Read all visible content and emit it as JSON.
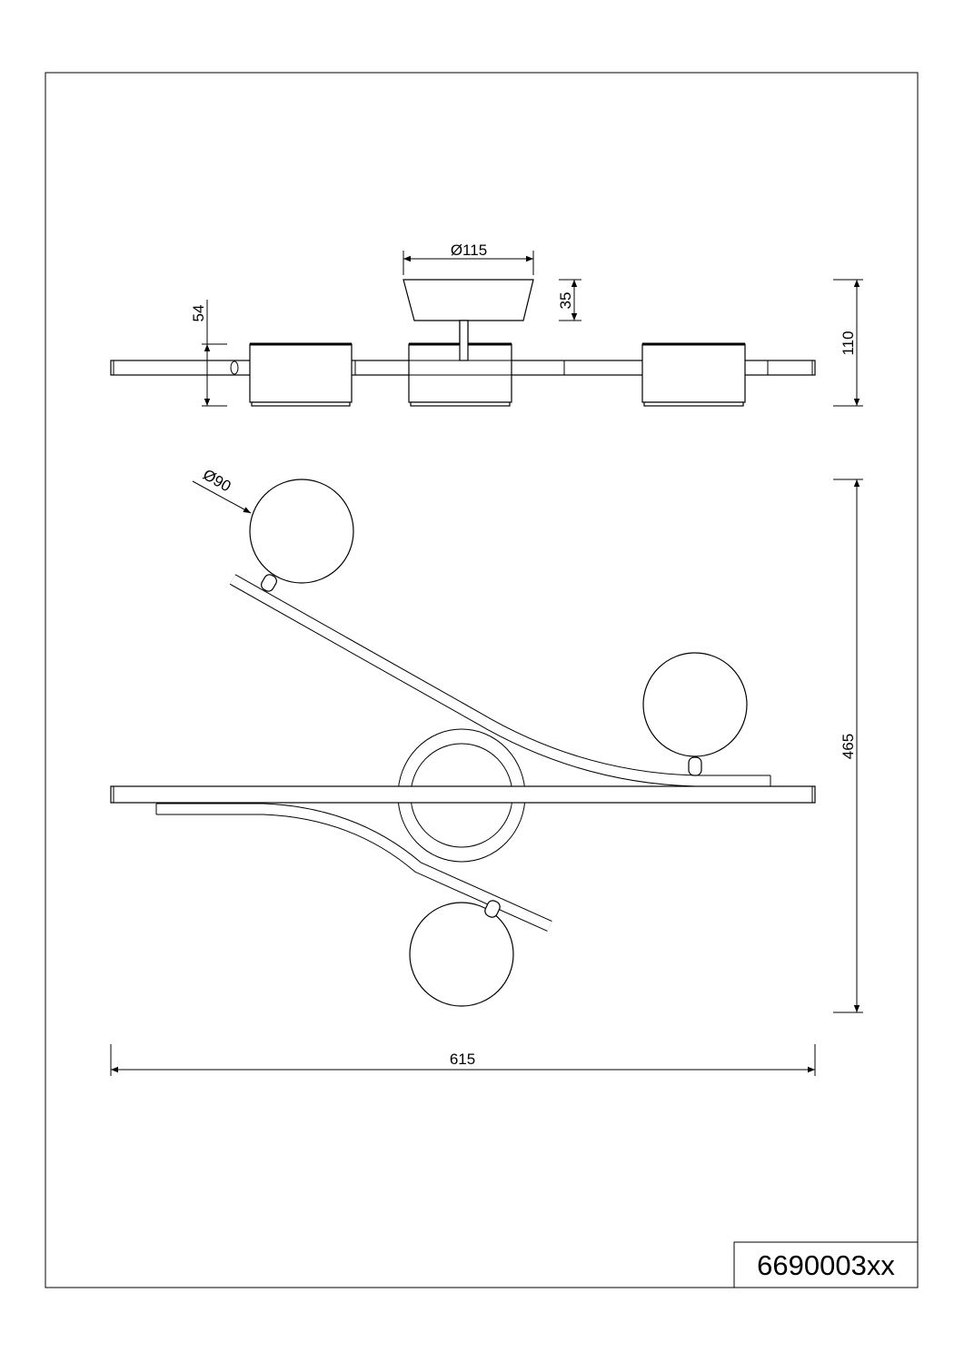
{
  "drawing": {
    "part_number": "6690003xx",
    "side_view": {
      "canopy_diameter": "Ø115",
      "canopy_height": "35",
      "shade_height": "54",
      "total_height": "110"
    },
    "top_view": {
      "globe_diameter": "Ø90",
      "depth": "465",
      "width": "615"
    }
  }
}
